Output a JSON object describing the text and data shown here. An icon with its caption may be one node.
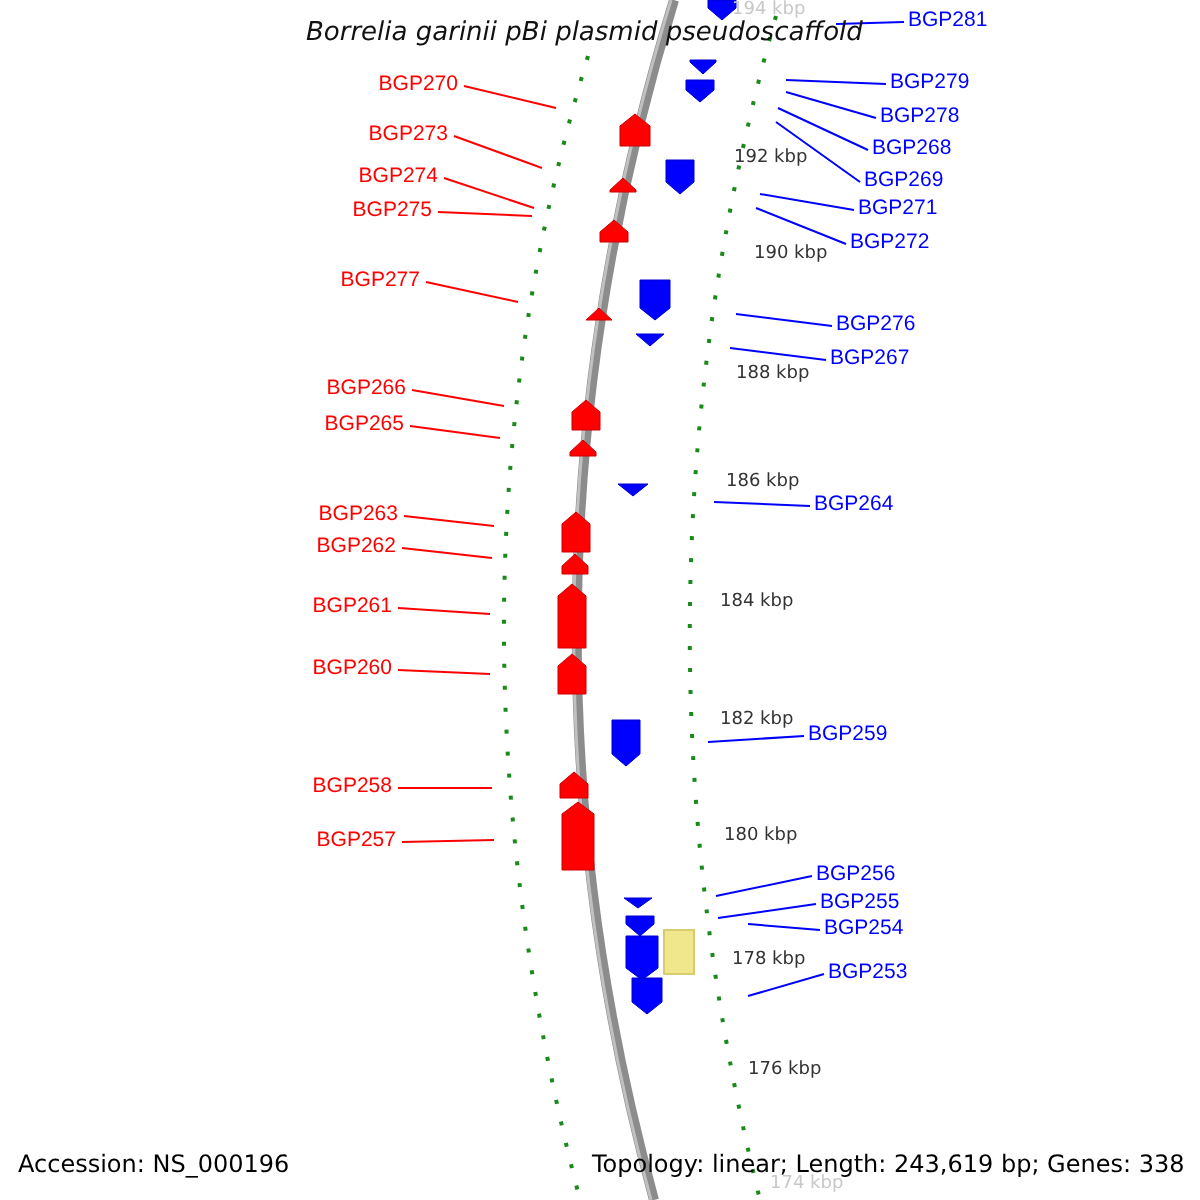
{
  "diagram": {
    "title": "Borrelia garinii pBi plasmid pseudoscaffold",
    "nodes": [
      {
        "text": [
          "BGP281"
        ]
      },
      {
        "text": [
          "BGP270"
        ]
      },
      {
        "text": [
          "BGP279"
        ]
      },
      {
        "text": [
          "BGP278"
        ]
      },
      {
        "text": [
          "BGP273"
        ]
      },
      {
        "text": [
          "BGP268"
        ]
      },
      {
        "text": [
          "BGP274"
        ]
      },
      {
        "text": [
          "BGP269"
        ]
      },
      {
        "text": [
          "BGP271"
        ]
      },
      {
        "text": [
          "BGP275"
        ]
      },
      {
        "text": [
          "BGP272"
        ]
      },
      {
        "text": [
          "BGP277"
        ]
      },
      {
        "text": [
          "BGP276"
        ]
      },
      {
        "text": [
          "BGP267"
        ]
      },
      {
        "text": [
          "BGP266"
        ]
      },
      {
        "text": [
          "BGP265"
        ]
      },
      {
        "text": [
          "BGP264"
        ]
      },
      {
        "text": [
          "BGP263"
        ]
      },
      {
        "text": [
          "BGP262"
        ]
      },
      {
        "text": [
          "BGP261"
        ]
      },
      {
        "text": [
          "BGP260"
        ]
      },
      {
        "text": [
          "BGP259"
        ]
      },
      {
        "text": [
          "BGP258"
        ]
      },
      {
        "text": [
          "BGP257"
        ]
      },
      {
        "text": [
          "BGP256"
        ]
      },
      {
        "text": [
          "BGP255"
        ]
      },
      {
        "text": [
          "BGP254"
        ]
      },
      {
        "text": [
          "BGP253"
        ]
      }
    ],
    "edges": [
      {
        "from": 0,
        "to": null,
        "arrow": "none"
      },
      {
        "from": 1,
        "to": null,
        "arrow": "none",
        "color": "#ff0000"
      },
      {
        "from": 2,
        "to": null,
        "arrow": "none"
      },
      {
        "from": 3,
        "to": null,
        "arrow": "none"
      },
      {
        "from": 4,
        "to": null,
        "arrow": "none",
        "color": "#ff0000"
      },
      {
        "from": 5,
        "to": null,
        "arrow": "none"
      },
      {
        "from": 6,
        "to": null,
        "arrow": "none",
        "color": "#ff0000"
      },
      {
        "from": 7,
        "to": null,
        "arrow": "none"
      },
      {
        "from": 8,
        "to": null,
        "arrow": "none"
      },
      {
        "from": 9,
        "to": null,
        "arrow": "none",
        "color": "#ff0000"
      },
      {
        "from": 10,
        "to": null,
        "arrow": "none"
      },
      {
        "from": 11,
        "to": null,
        "arrow": "none",
        "color": "#ff0000"
      },
      {
        "from": 12,
        "to": null,
        "arrow": "none"
      },
      {
        "from": 13,
        "to": null,
        "arrow": "none"
      },
      {
        "from": 14,
        "to": null,
        "arrow": "none",
        "color": "#ff0000"
      },
      {
        "from": 15,
        "to": null,
        "arrow": "none",
        "color": "#ff0000"
      },
      {
        "from": 16,
        "to": null,
        "arrow": "none"
      },
      {
        "from": 17,
        "to": null,
        "arrow": "none",
        "color": "#ff0000"
      },
      {
        "from": 18,
        "to": null,
        "arrow": "none",
        "color": "#ff0000"
      },
      {
        "from": 19,
        "to": null,
        "arrow": "none",
        "color": "#ff0000"
      },
      {
        "from": 20,
        "to": null,
        "arrow": "none",
        "color": "#ff0000"
      },
      {
        "from": 21,
        "to": null,
        "arrow": "none"
      },
      {
        "from": 22,
        "to": null,
        "arrow": "none",
        "color": "#ff0000"
      },
      {
        "from": 23,
        "to": null,
        "arrow": "none",
        "color": "#ff0000"
      },
      {
        "from": 24,
        "to": null,
        "arrow": "none"
      },
      {
        "from": 25,
        "to": null,
        "arrow": "none"
      },
      {
        "from": 26,
        "to": null,
        "arrow": "none"
      },
      {
        "from": 27,
        "to": null,
        "arrow": "none"
      }
    ],
    "labels": [
      "194 kbp",
      "192 kbp",
      "190 kbp",
      "188 kbp",
      "186 kbp",
      "184 kbp",
      "182 kbp",
      "180 kbp",
      "178 kbp",
      "176 kbp",
      "174 kbp",
      "Accession: NS_000196",
      "Topology: linear; Length: 243,619 bp; Genes: 338"
    ]
  }
}
